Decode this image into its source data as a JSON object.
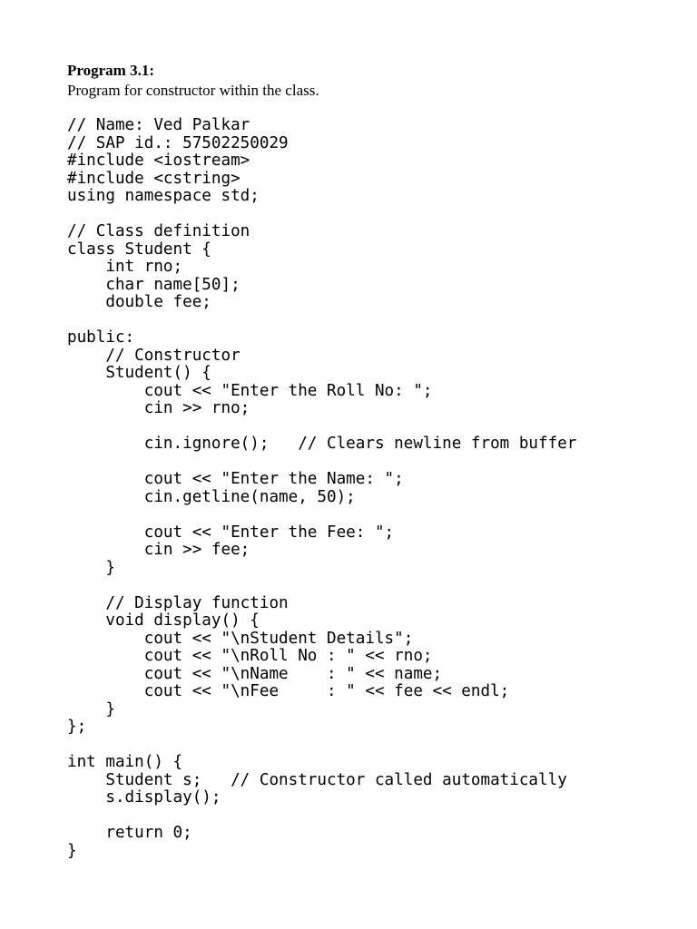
{
  "document": {
    "title": "Program 3.1:",
    "subtitle": "Program for constructor within the class.",
    "code_lines": [
      "// Name: Ved Palkar",
      "// SAP id.: 57502250029",
      "#include <iostream>",
      "#include <cstring>",
      "using namespace std;",
      "",
      "// Class definition",
      "class Student {",
      "    int rno;",
      "    char name[50];",
      "    double fee;",
      "",
      "public:",
      "    // Constructor",
      "    Student() {",
      "        cout << \"Enter the Roll No: \";",
      "        cin >> rno;",
      "",
      "        cin.ignore();   // Clears newline from buffer",
      "",
      "        cout << \"Enter the Name: \";",
      "        cin.getline(name, 50);",
      "",
      "        cout << \"Enter the Fee: \";",
      "        cin >> fee;",
      "    }",
      "",
      "    // Display function",
      "    void display() {",
      "        cout << \"\\nStudent Details\";",
      "        cout << \"\\nRoll No : \" << rno;",
      "        cout << \"\\nName    : \" << name;",
      "        cout << \"\\nFee     : \" << fee << endl;",
      "    }",
      "};",
      "",
      "int main() {",
      "    Student s;   // Constructor called automatically",
      "    s.display();",
      "",
      "    return 0;",
      "}"
    ]
  }
}
